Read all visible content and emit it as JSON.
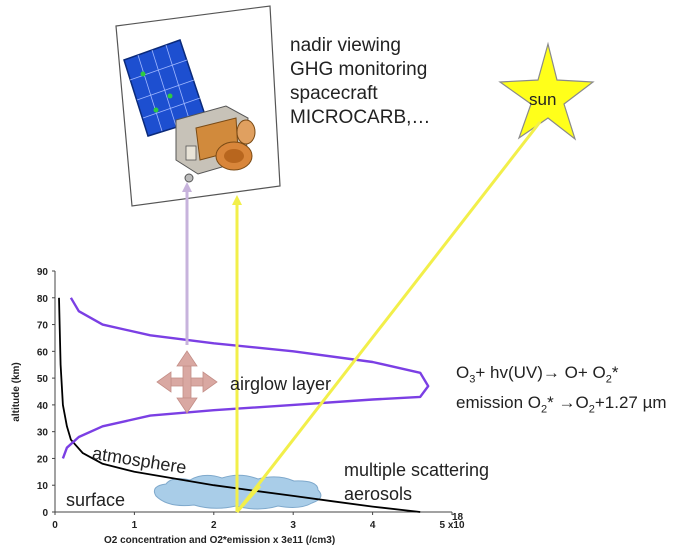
{
  "spacecraft_text": [
    "nadir viewing",
    "GHG monitoring",
    "spacecraft",
    "MICROCARB,…"
  ],
  "sun_label": "sun",
  "airglow_label": "airglow layer",
  "atmosphere_label": "atmosphere",
  "surface_label": "surface",
  "scattering_label_1": "multiple scattering",
  "scattering_label_2": "aerosols",
  "equation": {
    "line1_a": "O",
    "line1_sub1": "3",
    "line1_b": "+ hv(UV)",
    "line1_arrow": "→",
    "line1_c": " O+ O",
    "line1_sub2": "2",
    "line1_d": "*",
    "line2_a": "emission  O",
    "line2_sub1": "2",
    "line2_b": "* ",
    "line2_arrow": "→",
    "line2_c": "O",
    "line2_sub2": "2",
    "line2_d": "+1.27 µm"
  },
  "chart_data": {
    "type": "line",
    "xlabel": "O2 concentration and O2*emission x 3e11 (/cm3)",
    "ylabel": "altitude (km)",
    "x_ticks": [
      "0",
      "1",
      "2",
      "3",
      "4",
      "5 x10"
    ],
    "x_tick_exponent": "18",
    "y_ticks": [
      "0",
      "10",
      "20",
      "30",
      "40",
      "50",
      "60",
      "70",
      "80",
      "90"
    ],
    "xlim": [
      0,
      5
    ],
    "ylim": [
      0,
      90
    ],
    "series": [
      {
        "color": "#000000",
        "x": [
          0.05,
          0.07,
          0.1,
          0.15,
          0.2,
          0.35,
          0.6,
          1.0,
          1.5,
          2.0,
          2.5,
          3.0,
          3.5,
          4.0,
          4.6
        ],
        "y": [
          80,
          55,
          40,
          32,
          27,
          22,
          18,
          15,
          12.5,
          10,
          8,
          6,
          4,
          2,
          0
        ]
      },
      {
        "color": "#7b3fe4",
        "x": [
          0.2,
          0.3,
          0.6,
          1.2,
          2.0,
          3.0,
          4.0,
          4.6,
          4.7,
          4.6,
          4.0,
          3.0,
          2.0,
          1.2,
          0.6,
          0.3,
          0.15,
          0.1
        ],
        "y": [
          80,
          75,
          70,
          66,
          63,
          60,
          56,
          52,
          47,
          43,
          42,
          40,
          38,
          36,
          32,
          28,
          24,
          20
        ]
      }
    ]
  }
}
